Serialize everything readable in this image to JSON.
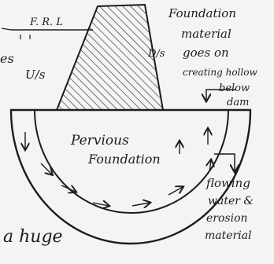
{
  "labels": {
    "frl": "F. R. L",
    "us_side": "U/s",
    "es_fragment": "es",
    "ds_label": "D/s",
    "foundation_line1": "Foundation",
    "material_line": "material",
    "goes_on_line": "goes on",
    "creating_hollow": "creating hollow",
    "below_line": "below",
    "dam_line": "dam",
    "pervious_line1": "Pervious",
    "pervious_line2": "Foundation",
    "flowing_line1": "flowing",
    "flowing_line2": "water &",
    "flowing_line3": "erosion",
    "flowing_line4": "material",
    "a_huge": "a huge"
  },
  "colors": {
    "ink": "#1c1c1c",
    "paper": "#f4f4f2",
    "hatch": "#2a2a2a"
  },
  "icons": [
    "seepage-arrow-icon",
    "pointer-arrow-icon"
  ]
}
